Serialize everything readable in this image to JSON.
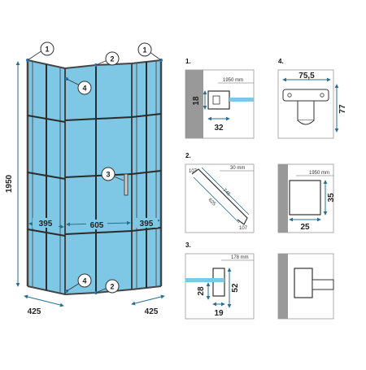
{
  "colors": {
    "glass": "#7ec8e6",
    "frame": "#444444",
    "grid": "#2b2b2b",
    "wall": "#999999",
    "dimension_line": "#2a6f8f",
    "callout_fill": "#ffffff",
    "callout_dot": "#2a78b8"
  },
  "main": {
    "height_label": "1950",
    "front_width_label": "605",
    "side_left_label": "395",
    "side_right_label": "395",
    "bottom_left_label": "425",
    "bottom_right_label": "425",
    "callouts": [
      "1",
      "2",
      "1",
      "4",
      "3",
      "4",
      "2"
    ]
  },
  "details": {
    "p1": {
      "number": "1.",
      "note": "1950 mm",
      "dim_a": "18",
      "dim_b": "32"
    },
    "p2": {
      "number": "2.",
      "note": "30 mm",
      "labels": [
        "107",
        "745",
        "625",
        "107"
      ]
    },
    "p3": {
      "number": "3.",
      "note": "178 mm",
      "dim_a": "28",
      "dim_b": "19",
      "dim_c": "52"
    },
    "p4": {
      "number": "4.",
      "dim_a": "75,5",
      "dim_b": "77"
    },
    "p5": {
      "note": "1950 mm",
      "dim_a": "35",
      "dim_b": "25"
    }
  }
}
